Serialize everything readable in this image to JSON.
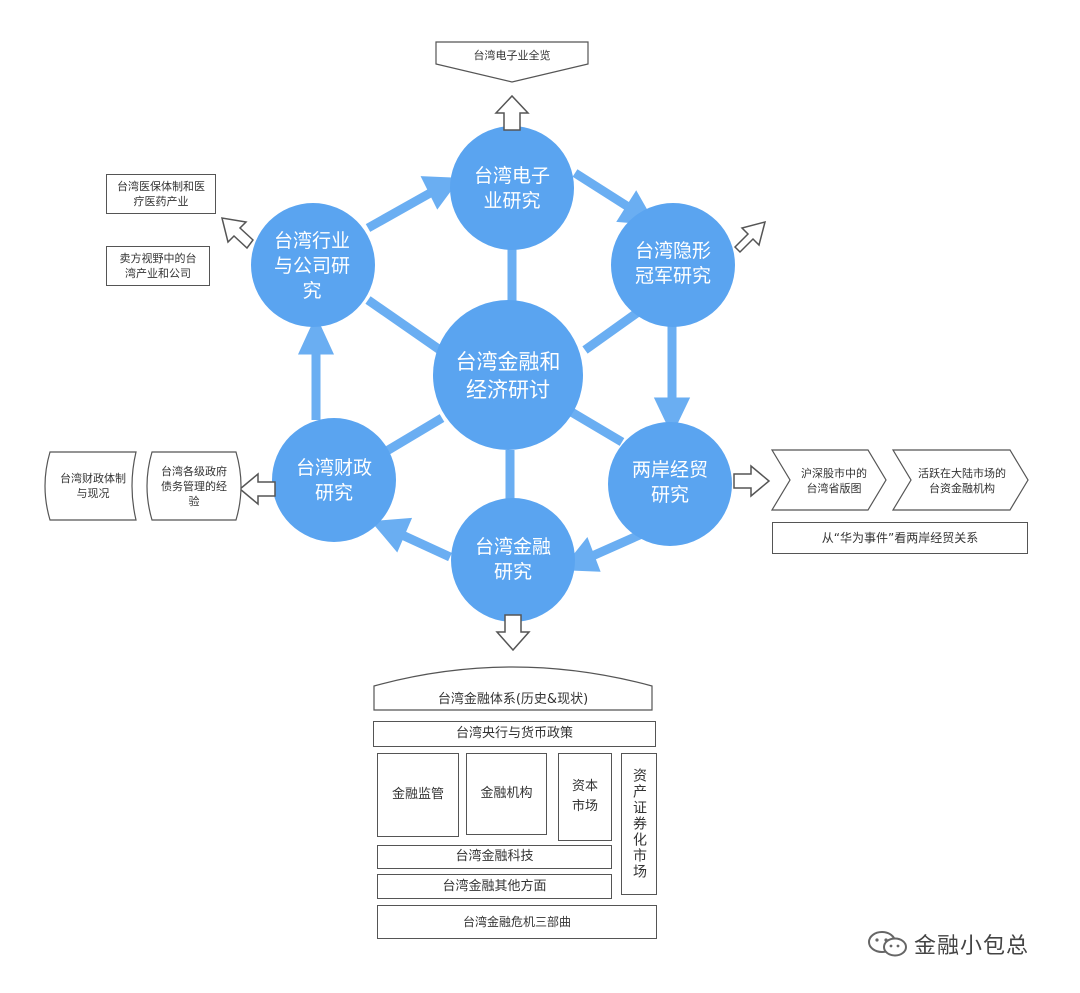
{
  "center": "台湾金融和经济研讨",
  "nodes": {
    "electronics": "台湾电子业研究",
    "champion": "台湾隐形冠军研究",
    "industry": "台湾行业与公司研究",
    "fiscal": "台湾财政研究",
    "crossstrait": "两岸经贸研究",
    "finance": "台湾金融研究"
  },
  "electronics_topics": [
    "台湾电子业全览"
  ],
  "industry_topics": [
    "台湾医保体制和医疗医药产业",
    "卖方视野中的台湾产业和公司"
  ],
  "fiscal_topics": [
    "台湾财政体制与现况",
    "台湾各级政府债务管理的经验"
  ],
  "crossstrait_topics": [
    "沪深股市中的台湾省版图",
    "活跃在大陆市场的台资金融机构"
  ],
  "crossstrait_extra": "从“华为事件”看两岸经贸关系",
  "finance_topics": {
    "system": "台湾金融体系(历史&现状)",
    "central_bank": "台湾央行与货币政策",
    "regulation": "金融监管",
    "institutions": "金融机构",
    "capital_market": "资本市场",
    "securitization": "资产证券化市场",
    "fintech": "台湾金融科技",
    "other": "台湾金融其他方面",
    "crisis": "台湾金融危机三部曲"
  },
  "watermark": "金融小包总",
  "colors": {
    "circle": "#5aa4f0",
    "connector": "#6aaef2",
    "border": "#555555"
  }
}
